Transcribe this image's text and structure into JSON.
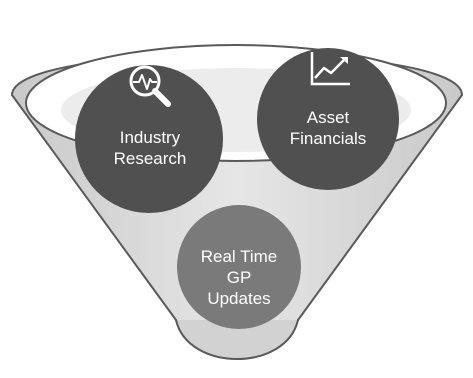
{
  "diagram": {
    "circles": [
      {
        "id": "industry-research",
        "lines": [
          "Industry",
          "Research"
        ],
        "icon": "magnifier-pulse-icon"
      },
      {
        "id": "asset-financials",
        "lines": [
          "Asset",
          "Financials"
        ],
        "icon": "line-chart-trend-icon"
      },
      {
        "id": "gp-updates",
        "lines": [
          "Real Time",
          "GP",
          "Updates"
        ],
        "icon": ""
      }
    ],
    "colors": {
      "funnel_fill": "#dcdcdc",
      "funnel_stroke": "#5a5a5a",
      "dark_circle": "#505050",
      "mid_circle": "#7a7a7a",
      "text": "#ffffff"
    }
  }
}
